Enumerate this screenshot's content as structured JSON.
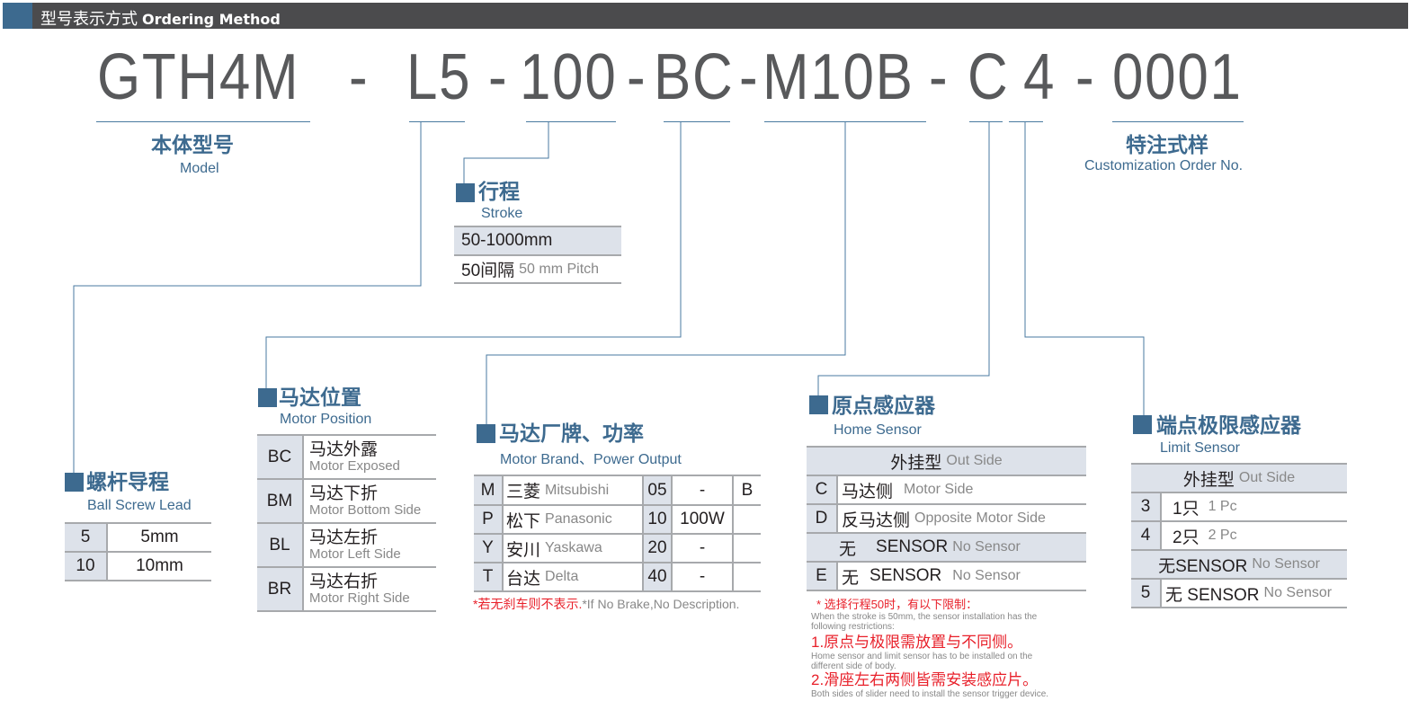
{
  "header": {
    "title_cn": "型号表示方式",
    "title_en": "Ordering Method"
  },
  "code": {
    "segments": [
      "GTH4M",
      "-",
      "L5",
      "-",
      "100",
      "-",
      "BC",
      "-",
      "M10B",
      "-",
      "C",
      "4",
      "-",
      "0001"
    ]
  },
  "model": {
    "title": "本体型号",
    "subtitle": "Model"
  },
  "custom": {
    "title": "特注式样",
    "subtitle": "Customization Order No."
  },
  "stroke": {
    "title": "行程",
    "subtitle": "Stroke",
    "range": "50-1000mm",
    "pitch_cn": "50间隔",
    "pitch_en": "50 mm Pitch"
  },
  "lead": {
    "title": "螺杆导程",
    "subtitle": "Ball Screw Lead",
    "rows": [
      {
        "code": "5",
        "value": "5mm"
      },
      {
        "code": "10",
        "value": "10mm"
      }
    ]
  },
  "motor_position": {
    "title": "马达位置",
    "subtitle": "Motor Position",
    "rows": [
      {
        "code": "BC",
        "cn": "马达外露",
        "en": "Motor Exposed"
      },
      {
        "code": "BM",
        "cn": "马达下折",
        "en": "Motor Bottom Side"
      },
      {
        "code": "BL",
        "cn": "马达左折",
        "en": "Motor Left Side"
      },
      {
        "code": "BR",
        "cn": "马达右折",
        "en": "Motor Right Side"
      }
    ]
  },
  "motor_brand": {
    "title": "马达厂牌、功率",
    "subtitle": "Motor Brand、Power Output",
    "rows": [
      {
        "code": "M",
        "cn": "三菱",
        "en": "Mitsubishi",
        "pcode": "05",
        "power": "-",
        "brake": "B"
      },
      {
        "code": "P",
        "cn": "松下",
        "en": "Panasonic",
        "pcode": "10",
        "power": "100W"
      },
      {
        "code": "Y",
        "cn": "安川",
        "en": "Yaskawa",
        "pcode": "20",
        "power": "-"
      },
      {
        "code": "T",
        "cn": "台达",
        "en": "Delta",
        "pcode": "40",
        "power": "-"
      }
    ],
    "note_cn": "*若无刹车则不表示.",
    "note_en": "*If No Brake,No Description."
  },
  "home_sensor": {
    "title": "原点感应器",
    "subtitle": "Home Sensor",
    "header_cn": "外挂型",
    "header_en": "Out Side",
    "rows": [
      {
        "code": "C",
        "cn": "马达侧",
        "en": "Motor Side"
      },
      {
        "code": "D",
        "cn": "反马达侧",
        "en": "Opposite Motor Side"
      }
    ],
    "none_cn": "无",
    "none_mid": "SENSOR",
    "none_en": "No Sensor",
    "e_code": "E",
    "e_cn": "无",
    "e_mid": "SENSOR",
    "e_en": "No Sensor"
  },
  "limit_sensor": {
    "title": "端点极限感应器",
    "subtitle": "Limit Sensor",
    "header_cn": "外挂型",
    "header_en": "Out Side",
    "rows": [
      {
        "code": "3",
        "cn": "1只",
        "en": "1 Pc"
      },
      {
        "code": "4",
        "cn": "2只",
        "en": "2 Pc"
      }
    ],
    "none_cn": "无SENSOR",
    "none_en": "No Sensor",
    "five_code": "5",
    "five_cn": "无 SENSOR",
    "five_en": "No Sensor"
  },
  "notes": {
    "head_cn": "* 选择行程50时，有以下限制：",
    "head_en": "When the stroke is 50mm, the sensor installation has the following restrictions:",
    "n1_cn": "1.原点与极限需放置与不同侧。",
    "n1_en": "Home sensor and limit sensor has to be installed on the different side of body.",
    "n2_cn": "2.滑座左右两侧皆需安装感应片。",
    "n2_en": "Both sides of slider need to install the sensor trigger device."
  }
}
